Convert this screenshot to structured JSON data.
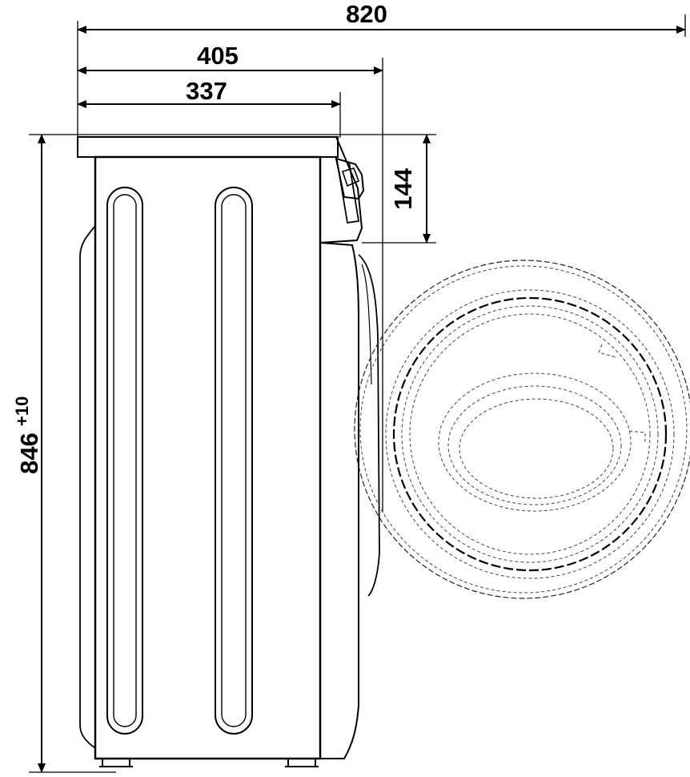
{
  "dimensions": {
    "overall_depth": {
      "value": "820"
    },
    "body_depth_with_door": {
      "value": "405"
    },
    "body_depth": {
      "value": "337"
    },
    "top_panel_height": {
      "value": "144"
    },
    "height": {
      "value": "846",
      "tolerance": "+10"
    }
  },
  "colors": {
    "line": "#000000",
    "background": "#ffffff"
  }
}
